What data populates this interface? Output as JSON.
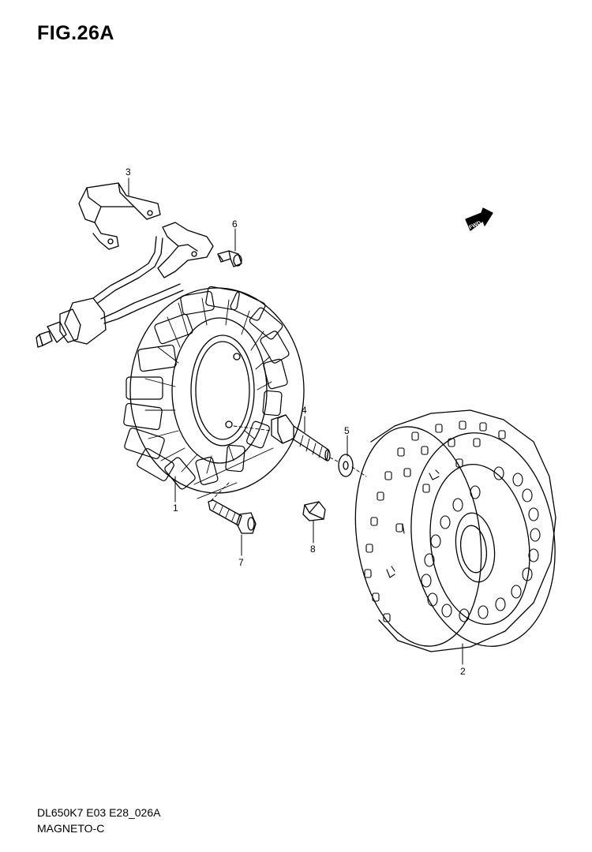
{
  "figure": {
    "title": "FIG.26A",
    "code": "DL650K7 E03 E28_026A",
    "name": "MAGNETO-C"
  },
  "fwd_label": "FWD",
  "callouts": [
    {
      "number": "1",
      "part": "stator"
    },
    {
      "number": "2",
      "part": "rotor"
    },
    {
      "number": "3",
      "part": "bracket"
    },
    {
      "number": "4",
      "part": "rotor-bolt"
    },
    {
      "number": "5",
      "part": "washer"
    },
    {
      "number": "6",
      "part": "clamp-bolt"
    },
    {
      "number": "7",
      "part": "stator-bolt"
    },
    {
      "number": "8",
      "part": "key"
    }
  ]
}
